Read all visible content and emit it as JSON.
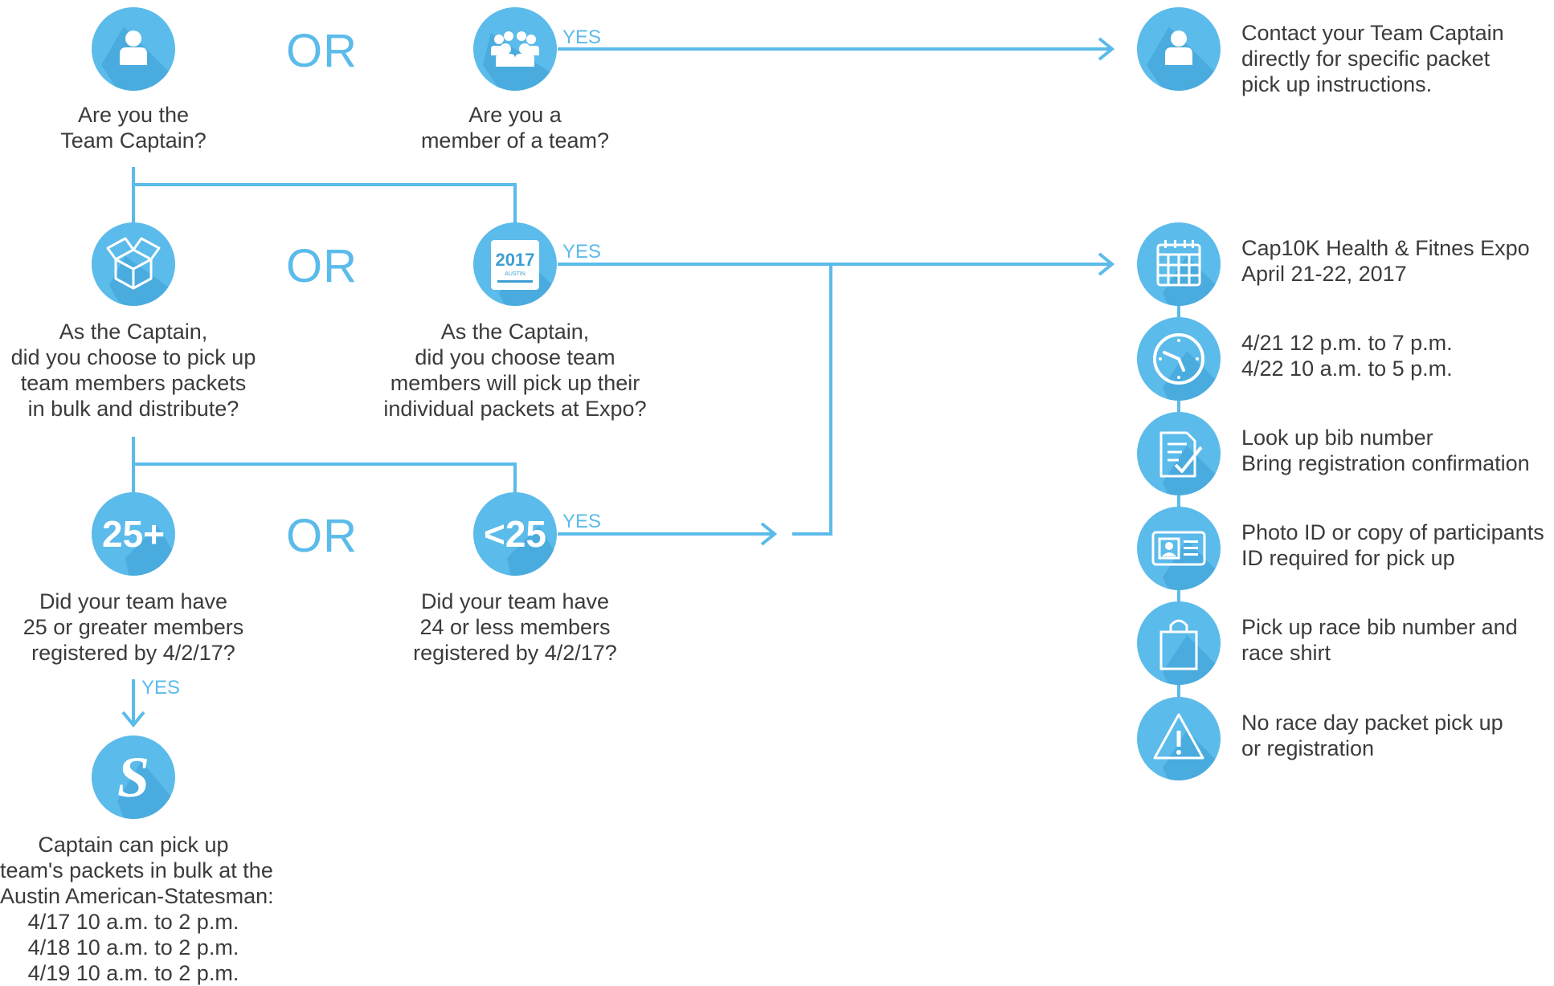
{
  "colors": {
    "accent": "#5bbbea",
    "text": "#3b3b3b"
  },
  "or_label": "OR",
  "yes_label": "YES",
  "left": {
    "captain_question": [
      "Are you the",
      "Team Captain?"
    ],
    "member_question": [
      "Are you a",
      "member of a team?"
    ],
    "bulk_question": [
      "As the Captain,",
      "did you choose to pick up",
      "team members packets",
      "in bulk and distribute?"
    ],
    "expo_question": [
      "As the Captain,",
      "did you choose team",
      "members will pick up their",
      "individual packets at Expo?"
    ],
    "icon_2017": {
      "year": "2017",
      "city": "AUSTIN"
    },
    "badge_25plus": "25+",
    "badge_under25": "<25",
    "q_25plus": [
      "Did your team have",
      "25 or greater members",
      "registered by 4/2/17?"
    ],
    "q_under25": [
      "Did your team have",
      "24 or less members",
      "registered by 4/2/17?"
    ],
    "statesman_letter": "S",
    "statesman_text": [
      "Captain can pick up",
      "team's packets in bulk at the",
      "Austin American-Statesman:",
      "4/17 10 a.m. to 2 p.m.",
      "4/18 10 a.m. to 2 p.m.",
      "4/19 10 a.m. to 2 p.m."
    ]
  },
  "right": {
    "contact": [
      "Contact your Team Captain",
      "directly for specific packet",
      "pick up instructions."
    ],
    "expo_title": [
      "Cap10K Health & Fitnes Expo",
      "April 21-22, 2017"
    ],
    "hours": [
      "4/21 12 p.m. to 7 p.m.",
      "4/22 10 a.m. to 5 p.m."
    ],
    "bib_lookup": [
      "Look up bib number",
      "Bring registration confirmation"
    ],
    "photo_id": [
      "Photo ID or copy of participants",
      "ID required for pick up"
    ],
    "pickup": [
      "Pick up race bib number and",
      "race shirt"
    ],
    "no_raceday": [
      "No race day packet pick up",
      "or registration"
    ]
  }
}
